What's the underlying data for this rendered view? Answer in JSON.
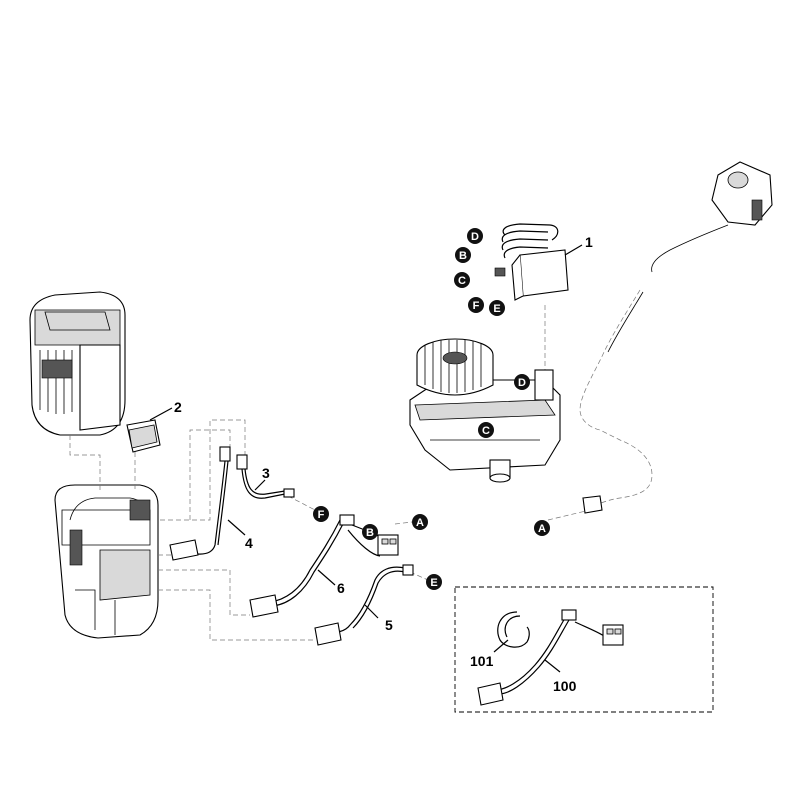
{
  "part_numbers": {
    "p1": "1",
    "p2": "2",
    "p3": "3",
    "p4": "4",
    "p5": "5",
    "p6": "6",
    "p100": "100",
    "p101": "101"
  },
  "connector_letters": {
    "A": "A",
    "B": "B",
    "C": "C",
    "D": "D",
    "E": "E",
    "F": "F"
  }
}
